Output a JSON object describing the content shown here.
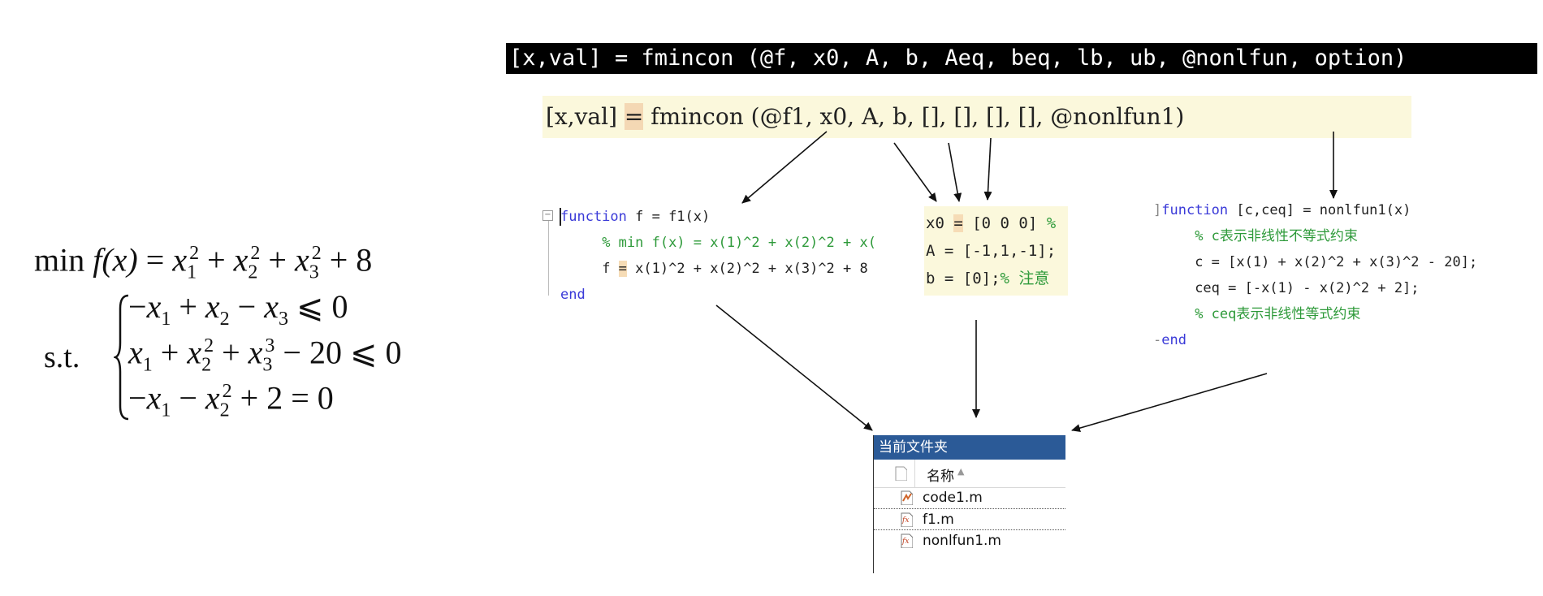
{
  "math": {
    "objective_prefix": "min",
    "objective_fx": "f(x)",
    "st_label": "s.t.",
    "objective": "min f(x) = x1^2 + x2^2 + x3^2 + 8",
    "constraints": [
      "-x1 + x2 - x3 <= 0",
      "x1 + x2^2 + x3^3 - 20 <= 0",
      "-x1 - x2^2 + 2 = 0"
    ]
  },
  "banner": {
    "text": "[x,val] = fmincon (@f, x0, A, b, Aeq, beq, lb, ub, @nonlfun, option)"
  },
  "call": {
    "part1": "[x,val] ",
    "equals": "=",
    "part2": " fmincon (@f1, x0, A, b, [], [], [], [], @nonlfun1)"
  },
  "f1_code": {
    "kw_function": "function",
    "line1_rest": " f = f1(x)",
    "line2_comment": "% min f(x) = x(1)^2 + x(2)^2 + x(",
    "line3_pre": "f ",
    "line3_eq": "=",
    "line3_post": " x(1)^2 + x(2)^2 + x(3)^2 + 8",
    "kw_end": "end"
  },
  "matrix_code": {
    "x0_pre": "x0 ",
    "x0_eq": "=",
    "x0_post": " [0 0 0] ",
    "x0_comment": "%",
    "A_line": "A = [-1,1,-1];",
    "b_pre": "b = [0];",
    "b_comment": "% 注意"
  },
  "nonl_code": {
    "kw_function": "function",
    "line1_rest": " [c,ceq] = nonlfun1(x)",
    "line2_comment": "% c表示非线性不等式约束",
    "line3": "c = [x(1) + x(2)^2 + x(3)^2 - 20];",
    "line4": "ceq = [-x(1) - x(2)^2 + 2];",
    "line5_comment": "% ceq表示非线性等式约束",
    "kw_end": "end"
  },
  "file_browser": {
    "title": "当前文件夹",
    "column_name": "名称",
    "sort_icon": "sort-ascending-icon",
    "files": [
      "code1.m",
      "f1.m",
      "nonlfun1.m"
    ]
  },
  "colors": {
    "banner_bg": "#000000",
    "code_highlight": "#fbf8dc",
    "keyword": "#3a3ad8",
    "comment": "#2e9a3a",
    "fb_header": "#2b5a97"
  }
}
